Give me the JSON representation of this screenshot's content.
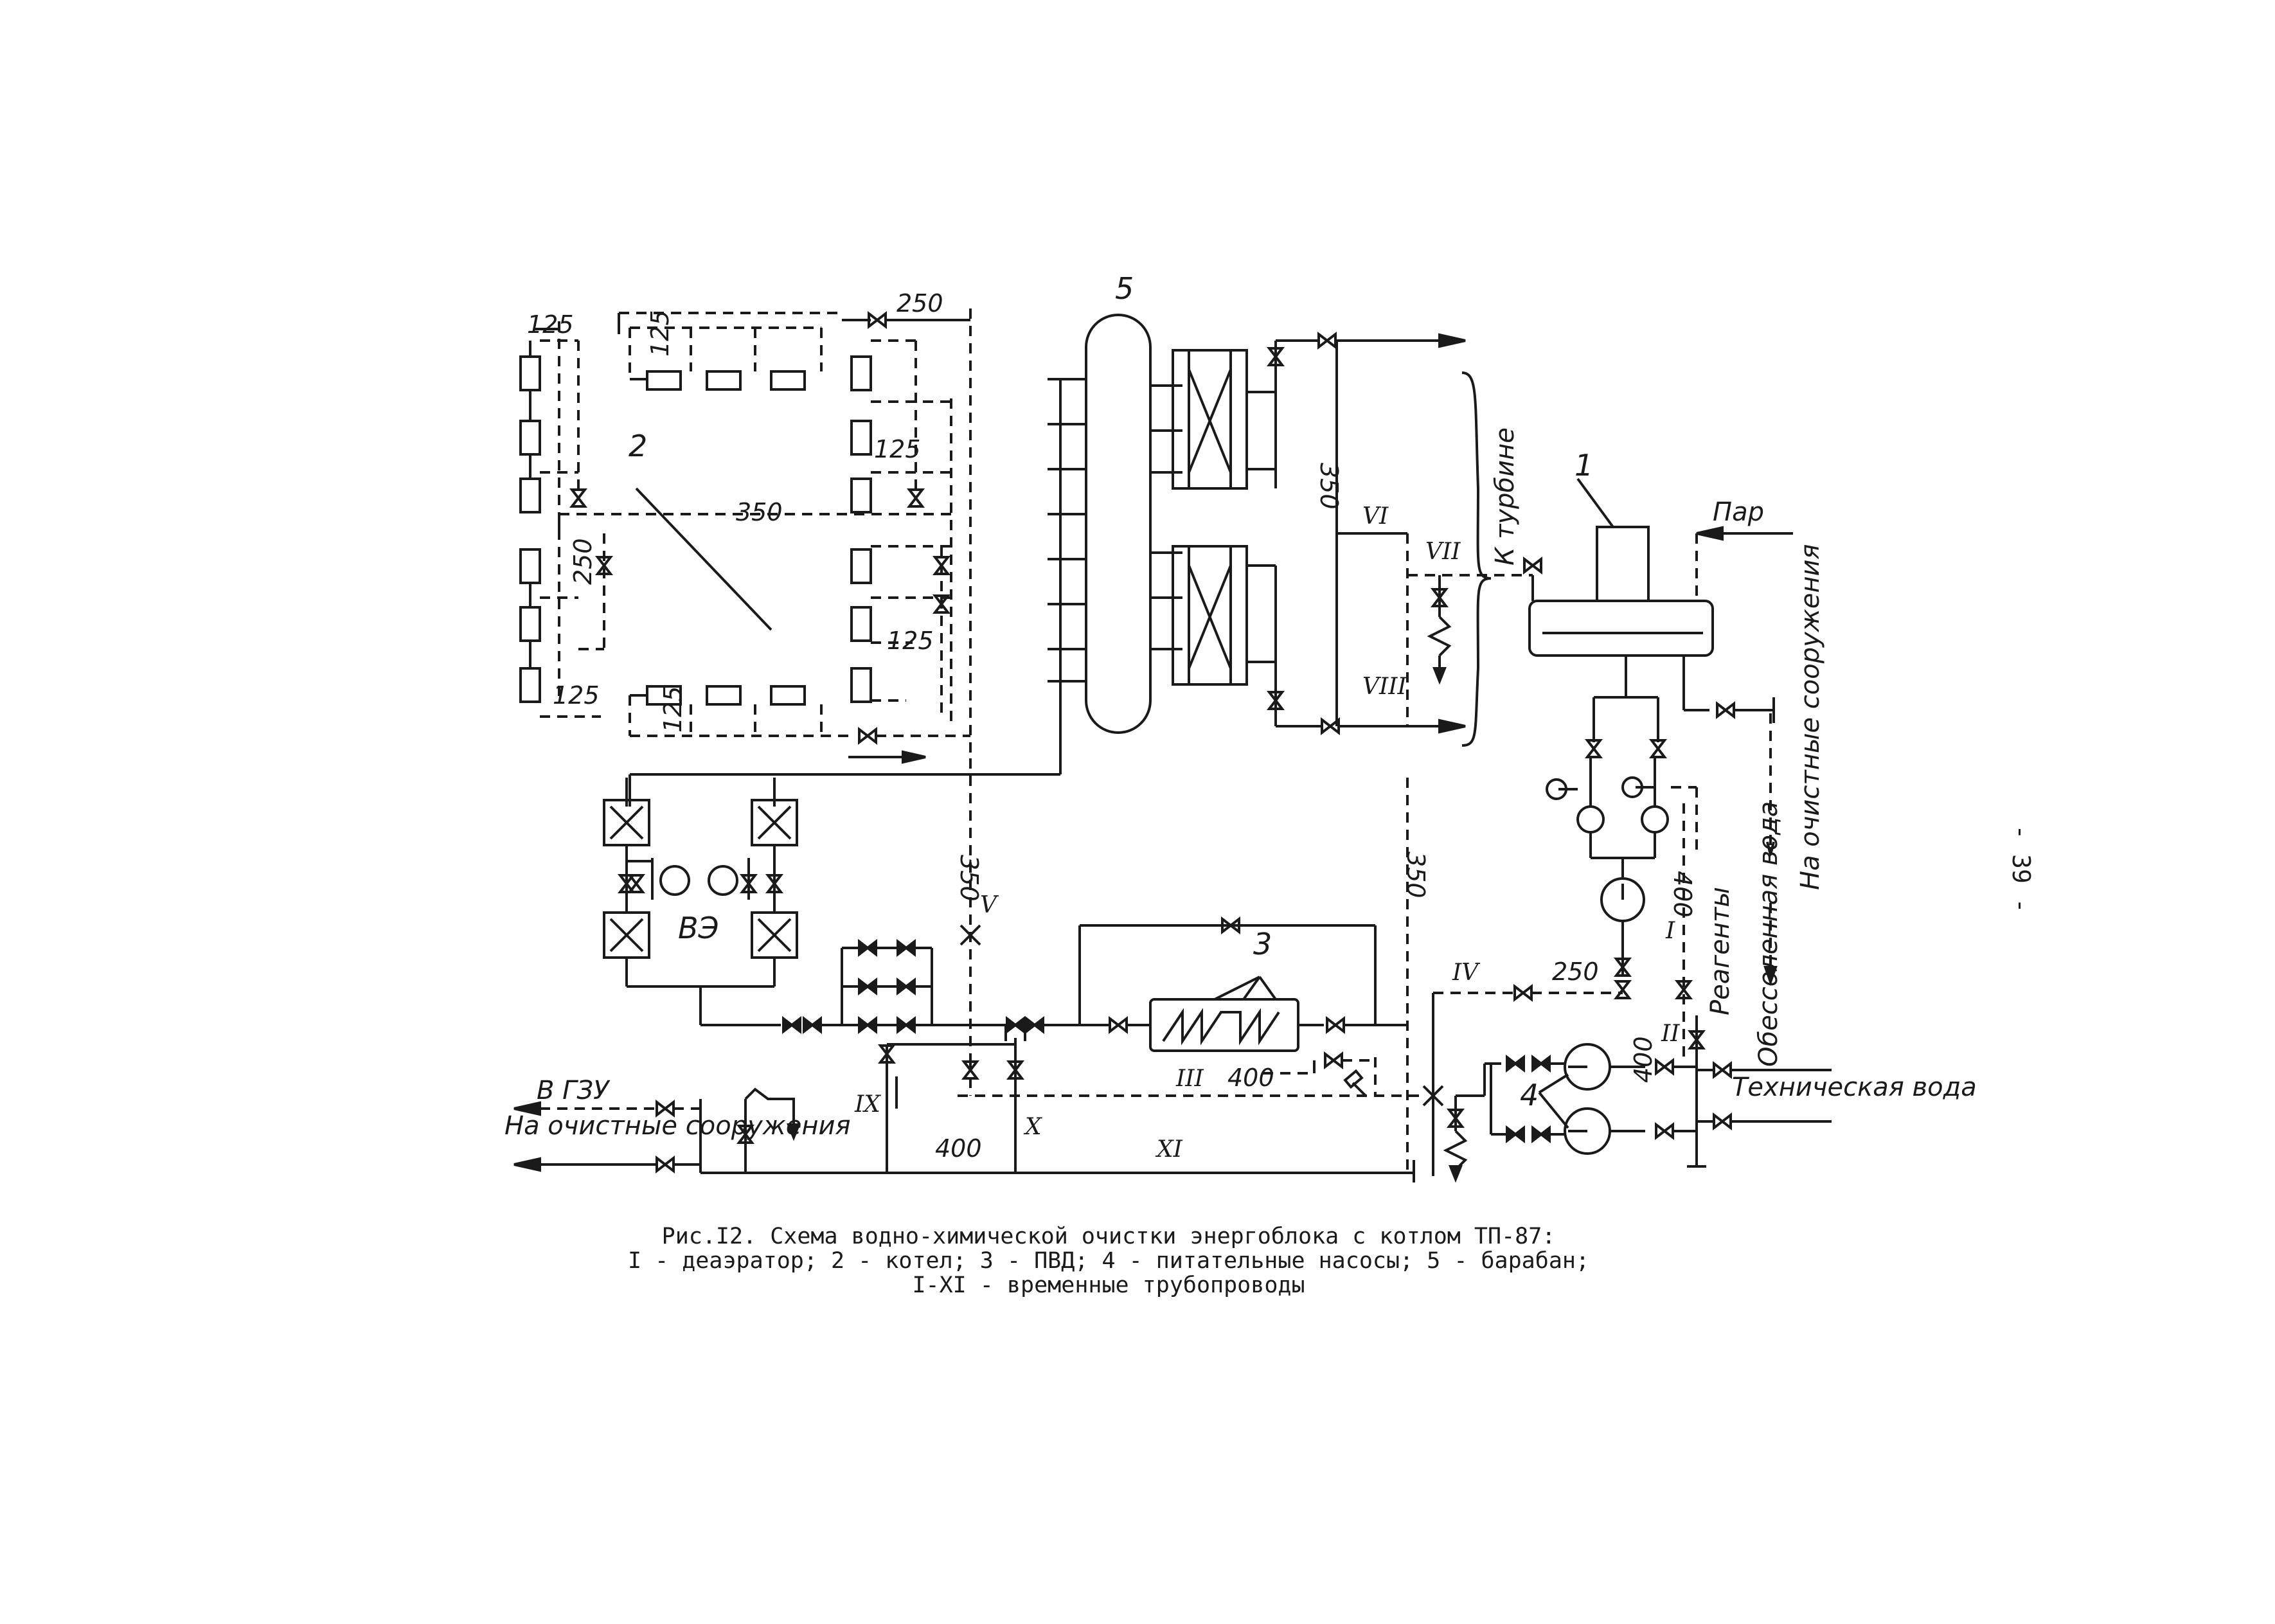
{
  "diagram": {
    "components": {
      "c1": "1",
      "c2": "2",
      "c3": "3",
      "c4": "4",
      "c5": "5",
      "ve": "ВЭ"
    },
    "pipelines": {
      "p1": "I",
      "p2": "II",
      "p3": "III",
      "p4": "IV",
      "p5": "V",
      "p6": "VI",
      "p7": "VII",
      "p8": "VIII",
      "p9": "IX",
      "p10": "X",
      "p11": "XI"
    },
    "diameters": {
      "d125_1": "125",
      "d125_2": "125",
      "d125_3": "125",
      "d125_4": "125",
      "d125_5": "125",
      "d125_6": "125",
      "d250_top": "250",
      "d250_left": "250",
      "d350_hdr": "350",
      "d350_a": "350",
      "d350_b": "350",
      "d350_c": "350",
      "d250_iv": "250",
      "d400_iii": "400",
      "d400_bottom": "400",
      "d400_pump": "400",
      "d400_right": "400"
    },
    "destinations": {
      "to_turbine": "К турбине",
      "steam": "Пар",
      "to_treatment_right": "На очистные сооружения",
      "reagents": "Реагенты",
      "demineralized_water": "Обессоленная вода",
      "technical_water": "Техническая вода",
      "to_gzu": "В ГЗУ",
      "to_treatment_left": "На очистные сооружения"
    }
  },
  "caption": {
    "line1": "Рис.I2. Схема водно-химической очистки энергоблока с котлом ТП-87:",
    "line2": "I - деаэратор; 2 - котел; 3 - ПВД; 4 - питательные насосы; 5 - барабан;",
    "line3": "I-XI - временные трубопроводы"
  },
  "page_number": "- 39 -"
}
